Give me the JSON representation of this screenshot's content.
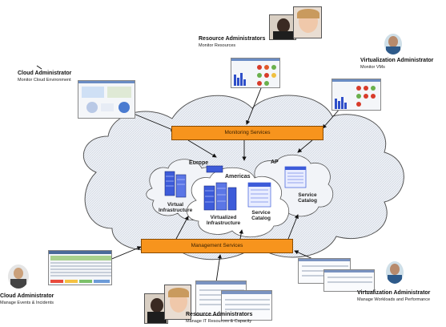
{
  "roles": {
    "resource_admin_top": {
      "title": "Resource Administrators",
      "subtitle": "Monitor Resources"
    },
    "cloud_admin_top": {
      "title": "Cloud Administrator",
      "subtitle": "Monitor Cloud Environment"
    },
    "virt_admin_top": {
      "title": "Virtualization Administrator",
      "subtitle": "Monitor VMs"
    },
    "cloud_admin_bottom": {
      "title": "Cloud Administrator",
      "subtitle": "Manage Events & Incidents"
    },
    "resource_admin_bottom": {
      "title": "Resource Administrators",
      "subtitle": "Manage IT Resources & Capacity"
    },
    "virt_admin_bottom": {
      "title": "Virtualization Administrator",
      "subtitle": "Manage Workloads and Performance"
    }
  },
  "services": {
    "monitoring": "Monitoring Services",
    "management": "Management Services"
  },
  "regions": {
    "europe": "Europe",
    "ap": "AP",
    "americas": "Americas",
    "europe_sub": "Virtual Infrastructure",
    "ap_sub": "Service Catalog",
    "americas_infra": "Virtualized Infrastructure",
    "americas_catalog": "Service Catalog"
  },
  "colors": {
    "service_box": "#f7941d",
    "server_blue": "#3d5bd9",
    "cloud_fill": "#e8ecf2"
  }
}
